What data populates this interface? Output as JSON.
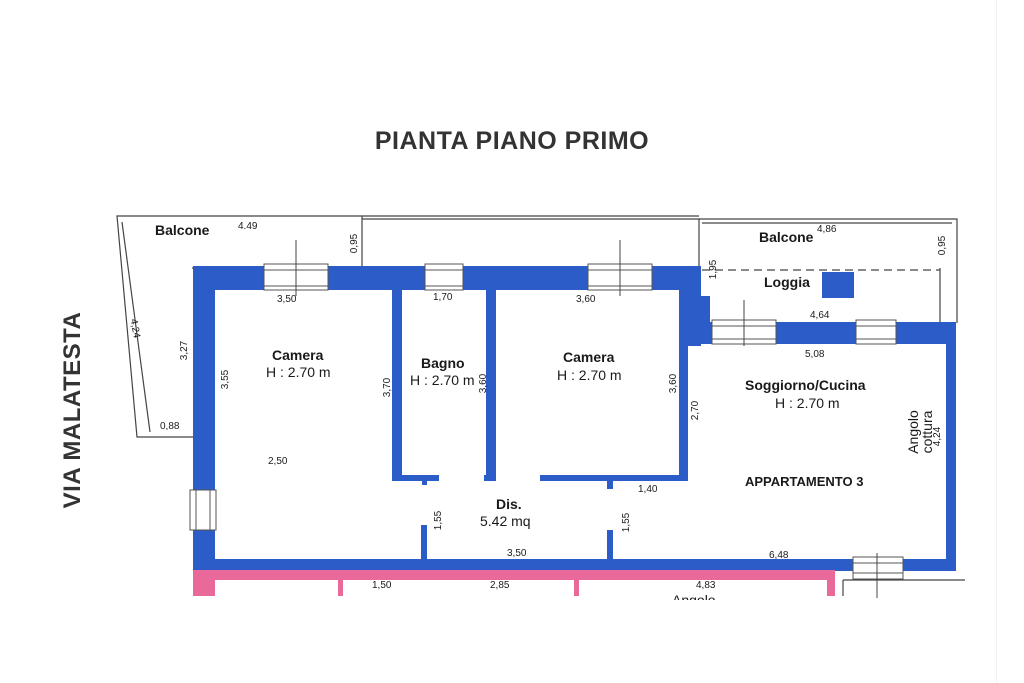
{
  "title": "PIANTA PIANO PRIMO",
  "street": "VIA MALATESTA",
  "rooms": {
    "balcone_left": "Balcone",
    "balcone_right": "Balcone",
    "loggia": "Loggia",
    "camera_left": {
      "name": "Camera",
      "height": "H : 2.70 m"
    },
    "bagno": {
      "name": "Bagno",
      "height": "H : 2.70 m"
    },
    "camera_right": {
      "name": "Camera",
      "height": "H : 2.70 m"
    },
    "soggiorno": {
      "name": "Soggiorno/Cucina",
      "height": "H : 2.70 m"
    },
    "dis": {
      "name": "Dis.",
      "area": "5.42 mq"
    },
    "angolo_cottura": {
      "line1": "Angolo",
      "line2": "cottura"
    },
    "appartamento": "APPARTAMENTO 3",
    "angolo_bottom": "Angolo"
  },
  "dimensions": {
    "d_449": "4.49",
    "d_095_left": "0,95",
    "d_424_left": "4,24",
    "d_327": "3,27",
    "d_088": "0,88",
    "d_350_top": "3,50",
    "d_355": "3,55",
    "d_250": "2,50",
    "d_170": "1,70",
    "d_370": "3,70",
    "d_360_bagno": "3,60",
    "d_360_top": "3,60",
    "d_360_right": "3,60",
    "d_140": "1,40",
    "d_155_left": "1,55",
    "d_155_right": "1,55",
    "d_350_bottom": "3,50",
    "d_486": "4,86",
    "d_095_right": "0,95",
    "d_195": "1,95",
    "d_464": "4,64",
    "d_508": "5,08",
    "d_270": "2,70",
    "d_424_right": "4,24",
    "d_648": "6,48",
    "d_150": "1,50",
    "d_285": "2,85",
    "d_483": "4,83"
  },
  "colors": {
    "wall": "#2b5cc7",
    "pink_wall": "#e8699a",
    "line": "#444444"
  }
}
